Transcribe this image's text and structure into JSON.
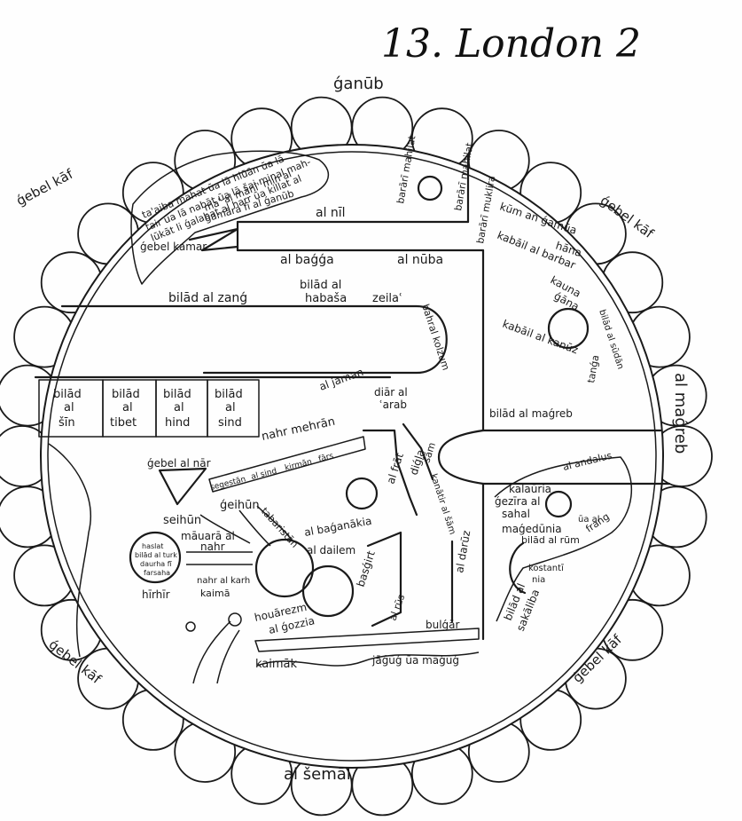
{
  "title": "13. London 2",
  "directions": {
    "top": "ǵanūb",
    "bottom": "al šemāl",
    "right": "al maǵreb"
  },
  "rim_labels": {
    "left_top": "ǵebel kāf",
    "right_top": "ǵebel kāf",
    "left_bottom": "ǵebel kāf",
    "right_bottom": "ǵebel kāf"
  },
  "interior_labels": {
    "top_note_1": "ta'aiba mahat ūa lā hiūān ūa lā",
    "top_note_2": "tair ūa lā nabāt ūa lā šai minal mah-",
    "top_note_3": "lūkāt li ǵalabat al harr ūa killat al",
    "top_note_4": "ma' al mānī' min al",
    "top_note_5": "ǵamāra fī al ǵanūb",
    "gebel_kamar": "ǵebel kamar",
    "al_nil": "al nīl",
    "barari_mahilat_1": "barārī mahilat",
    "barari_mahilat_2": "barārī mahilat",
    "barari_muklira": "barārī muklira",
    "kum_angamua": "kūm an ǵamūa",
    "hana": "hāna",
    "kabail_barbar": "kabāil al barbar",
    "kauna": "kauna",
    "gana": "ǵāna",
    "bilad_sudan": "bilād al sūdān",
    "tanga": "tanǵa",
    "kabail_kanuz": "kabāil al kanūz",
    "bilad_magreb": "bilād al maǵreb",
    "al_bagga": "al baǵǵa",
    "al_nuba": "al nūba",
    "bilad_zang": "bilād al zanǵ",
    "bilad_al": "bilād al",
    "habasa": "habaša",
    "zeila": "zeilaʿ",
    "bahr_kolzum": "bahral kolzum",
    "al_jaman": "al jaman",
    "diar_arab_1": "diār al",
    "diar_arab_2": "ʿarab",
    "bilad_word": "bilād",
    "al_word": "al",
    "sin": "šīn",
    "tibet": "tibet",
    "hind": "hind",
    "sind": "sind",
    "nahr_mehran": "nahr mehrān",
    "gebel_nar": "ǵebel al nār",
    "segestan": "segestān",
    "alsind": "al sind",
    "kirman": "kirmān",
    "fars": "fārs",
    "al_frat": "al frāt",
    "digla": "diǵla",
    "sam": "šām",
    "kanatir_sam": "kanātir al šām",
    "al_daruz": "al darūz",
    "seihun": "seihūn",
    "geihun": "ǵeihūn",
    "mauara_al": "māuarā al",
    "nahr": "nahr",
    "tabaristan": "tabaristān",
    "al_baganakia": "al baǵanākia",
    "al_dailem": "al dailem",
    "basgirt": "basǵirt",
    "haslat_1": "haslat",
    "haslat_2": "bilād al turk",
    "haslat_3": "daurha fī",
    "haslat_4": "farsaha",
    "hirhir": "hīrhīr",
    "nahr_karh": "nahr al karh",
    "kaima": "kaimā",
    "houarezm": "houārezm",
    "al_gozzia": "al ǵozzia",
    "al_rus": "al rūs",
    "bulgar": "bulǵār",
    "kaimak": "kaimāk",
    "jagug": "jāǵūǵ ūa māǵūǵ",
    "al_andalus": "al andalus",
    "kalauria": "kalaūria",
    "gezira_al": "ǵezīra al",
    "sahal": "sahal",
    "magedunia": "maǵedūnia",
    "bilad_al_rum": "bilād al rūm",
    "ia_al": "ūa al",
    "frang": "frang",
    "kostanti_1": "kostantī",
    "kostanti_2": "nia",
    "bilad_sakaliba_1": "bilād al",
    "bilad_sakaliba_2": "sakāliba"
  }
}
